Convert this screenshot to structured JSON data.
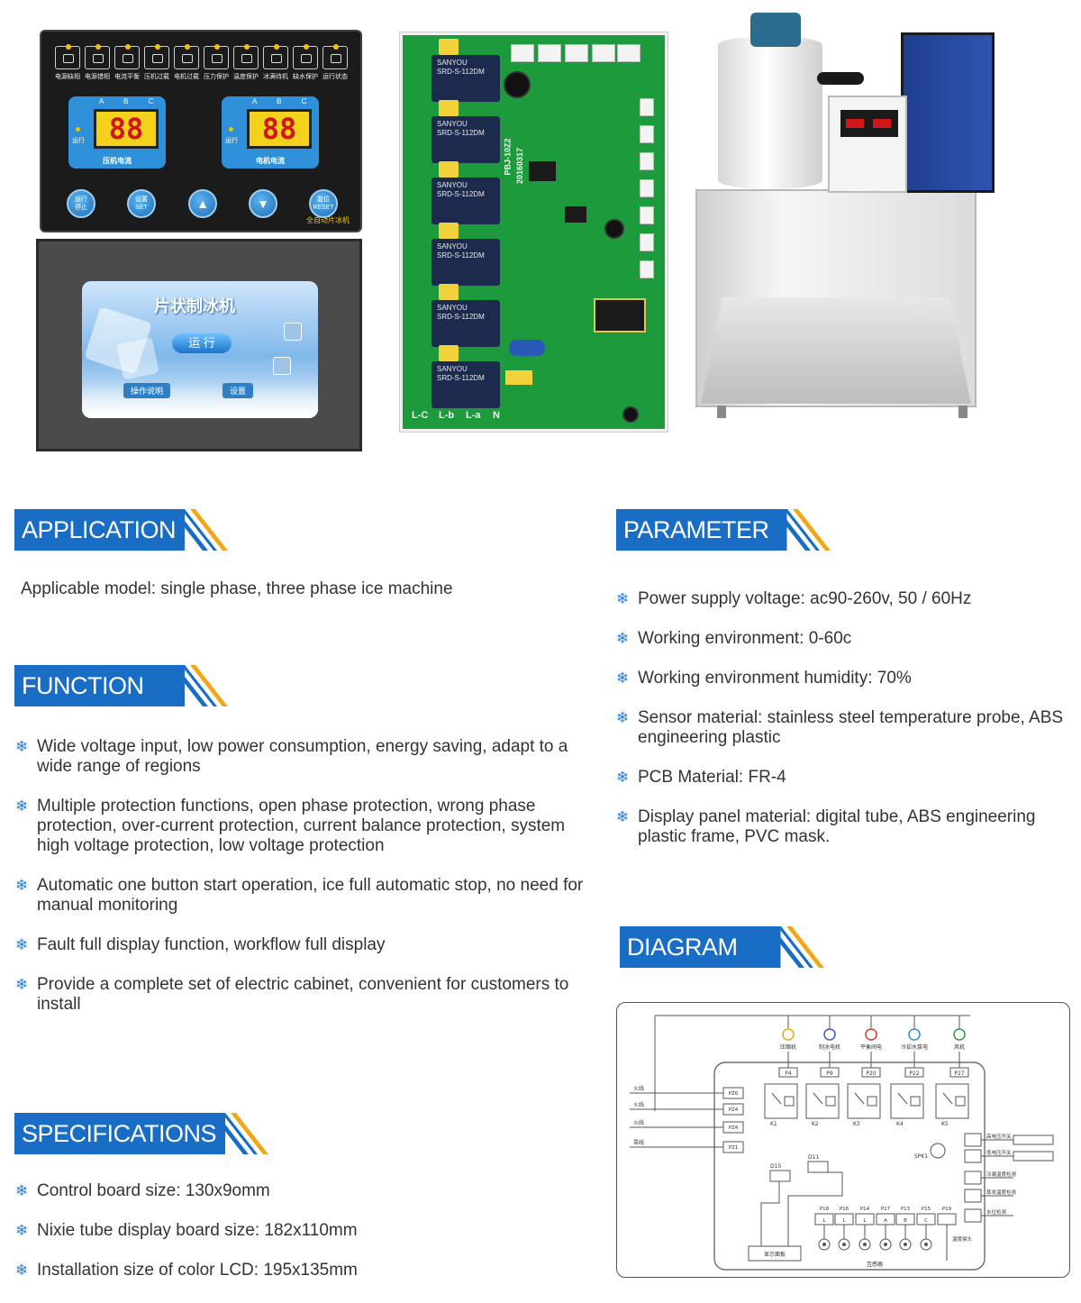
{
  "led_panel": {
    "icons": [
      {
        "name": "power-phase-loss-icon",
        "label": "电源缺相"
      },
      {
        "name": "power-phase-error-icon",
        "label": "电源错相"
      },
      {
        "name": "current-balance-icon",
        "label": "电流平衡"
      },
      {
        "name": "compressor-overload-icon",
        "label": "压机过载"
      },
      {
        "name": "motor-overload-icon",
        "label": "电机过载"
      },
      {
        "name": "pressure-protect-icon",
        "label": "压力保护"
      },
      {
        "name": "temperature-protect-icon",
        "label": "温度保护"
      },
      {
        "name": "ice-full-standby-icon",
        "label": "冰满待机"
      },
      {
        "name": "water-shortage-icon",
        "label": "缺水保护"
      },
      {
        "name": "run-status-icon",
        "label": "运行状态"
      }
    ],
    "meter_left": {
      "abc": "A B C",
      "value": "88",
      "run_label": "运行",
      "caption": "压机电流"
    },
    "meter_right": {
      "abc": "A B C",
      "value": "88",
      "run_label": "运行",
      "caption": "电机电流"
    },
    "buttons": {
      "run_stop": "运行\n停止",
      "set": "设置\nSET",
      "up": "▲",
      "down": "▼",
      "reset": "复位\nRESET"
    },
    "brand": "全自动片冰机"
  },
  "lcd_panel": {
    "title": "片状制冰机",
    "run_button": "运 行",
    "manual_button": "操作说明",
    "settings_button": "设置"
  },
  "pcb": {
    "model_text": "PBJ-10Z2",
    "date_text": "20160317",
    "relay_text": "SANYOU\nSRD-S-112DM",
    "bottom_labels": [
      "L-C",
      "L-b",
      "L-a",
      "N"
    ]
  },
  "sections": {
    "application": {
      "title": "APPLICATION",
      "text": "Applicable model: single phase, three phase ice machine"
    },
    "function": {
      "title": "FUNCTION",
      "items": [
        "Wide voltage input, low power consumption, energy saving, adapt to a wide range of regions",
        "Multiple protection functions, open phase protection, wrong phase protection, over-current protection, current balance protection, system high voltage protection, low voltage protection",
        "Automatic one button start operation, ice full automatic stop, no need for manual monitoring",
        "Fault full display function, workflow full display",
        "Provide a complete set of electric cabinet, convenient for customers to install"
      ]
    },
    "specifications": {
      "title": "SPECIFICATIONS",
      "items": [
        "Control board size: 130x9omm",
        "Nixie tube display board size: 182x110mm",
        "Installation size of color LCD: 195x135mm"
      ]
    },
    "parameter": {
      "title": "PARAMETER",
      "items": [
        "Power supply voltage: ac90-260v, 50 / 60Hz",
        "Working environment: 0-60c",
        "Working environment humidity: 70%",
        "Sensor material: stainless steel temperature probe, ABS engineering plastic",
        "PCB Material: FR-4",
        "Display panel material: digital tube, ABS engineering plastic frame, PVC mask."
      ]
    },
    "diagram": {
      "title": "DIAGRAM"
    }
  },
  "diagram": {
    "top_loads": [
      "压缩机",
      "制冰电机",
      "平衡阀电",
      "冷却水泵电",
      "风机"
    ],
    "relay_ports": [
      "P4",
      "P9",
      "P20",
      "P22",
      "P27"
    ],
    "relays": [
      "K1",
      "K2",
      "K3",
      "K4",
      "K5"
    ],
    "left_inputs": [
      "火线",
      "火线",
      "火线",
      "零线"
    ],
    "left_ports": [
      "PZ6",
      "PZ4",
      "PZ4",
      "PZ1"
    ],
    "right_inputs": [
      "高电压开关",
      "低电压开关",
      "冷凝温度检测",
      "蒸发温度检测",
      "水位检测"
    ],
    "bottom_ports": [
      "P18",
      "P16",
      "P14",
      "P17",
      "P13",
      "P15",
      "P19"
    ],
    "bottom_phase": [
      "L",
      "L",
      "L",
      "A",
      "B",
      "C"
    ],
    "labels": {
      "d15": "D15",
      "d11": "D11",
      "spk": "SPK1",
      "display": "显示面板",
      "transformer": "互感器",
      "probe": "温度探头"
    }
  },
  "colors": {
    "accent_blue": "#1a6dc4",
    "accent_orange": "#f0a818",
    "bullet_blue": "#2a7ed6"
  }
}
